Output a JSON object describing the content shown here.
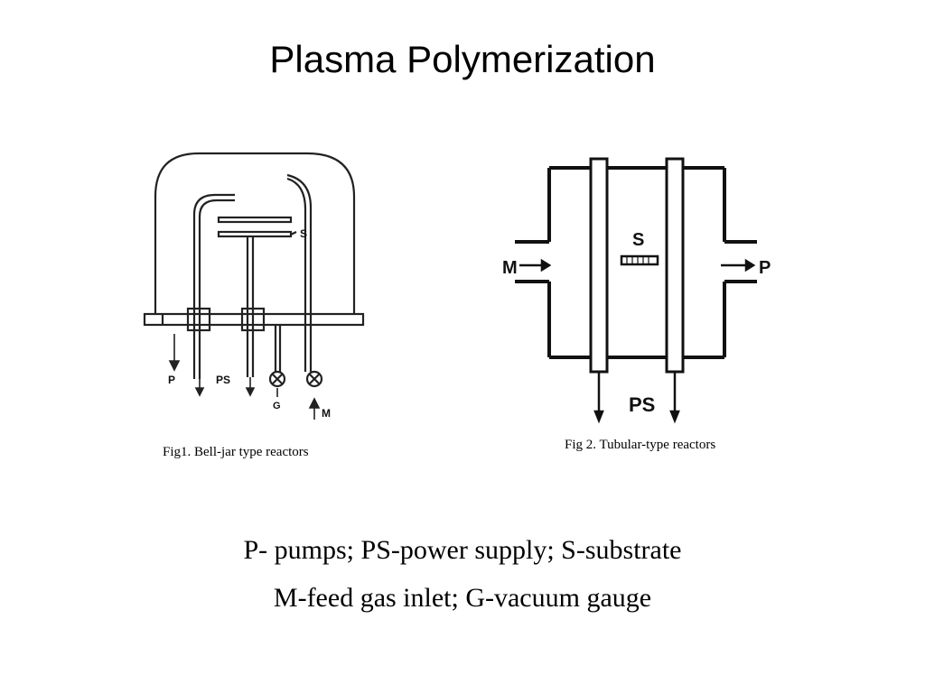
{
  "slide": {
    "title": "Plasma Polymerization"
  },
  "figures": {
    "bell_jar": {
      "caption": "Fig1. Bell-jar type reactors",
      "labels": {
        "substrate": "S",
        "pump": "P",
        "power_supply": "PS",
        "gauge": "G",
        "monomer": "M"
      }
    },
    "tubular": {
      "caption": "Fig 2. Tubular-type reactors",
      "labels": {
        "monomer": "M",
        "substrate": "S",
        "pump": "P",
        "power_supply": "PS"
      }
    }
  },
  "legend": {
    "line1": "P- pumps; PS-power supply; S-substrate",
    "line2": "M-feed gas inlet; G-vacuum gauge"
  }
}
